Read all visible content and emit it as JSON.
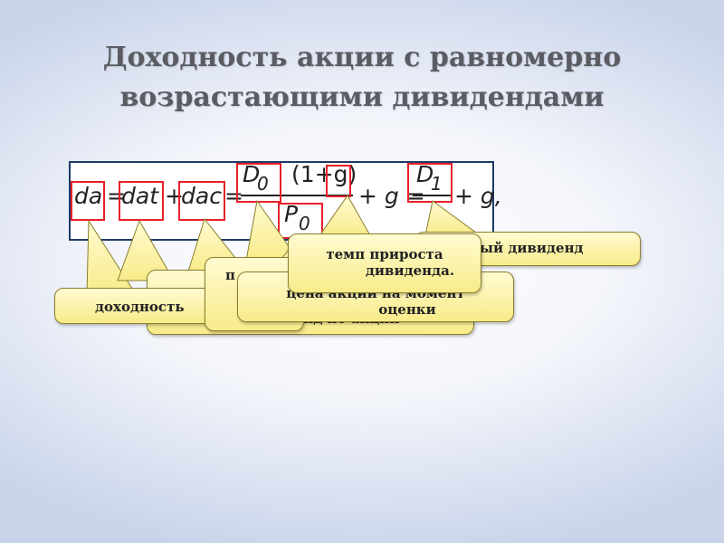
{
  "title": "Доходность акции с равномерно возрастающими дивидендами",
  "formula": {
    "da": "da",
    "eq1": "=",
    "dat": "dat",
    "plus1": "+",
    "dac": "dac",
    "eq2": "=",
    "num1_d": "D",
    "num1_sub": "0",
    "num1_rest": "(1+g)",
    "den1_p": "P",
    "den1_sub": "0",
    "plus2": "+ g =",
    "num2_d": "D",
    "num2_sub": "1",
    "plus3": "+ g,"
  },
  "callouts": {
    "dividend_next": "ный дивиденд",
    "growth_rate_line1": "темп прироста",
    "growth_rate_line2": "дивиденда.",
    "price_line1": "цена акции на момент",
    "price_line2": "оценки",
    "dividend_share": "дивиденд по акции",
    "yield": "доходность",
    "fragment_p": "п"
  },
  "colors": {
    "title": "#5b5b63",
    "highlight": "#e8202a",
    "box_border": "#1f3a68",
    "callout_fill": "#fcf3a8",
    "callout_border": "#8a7e2e"
  }
}
